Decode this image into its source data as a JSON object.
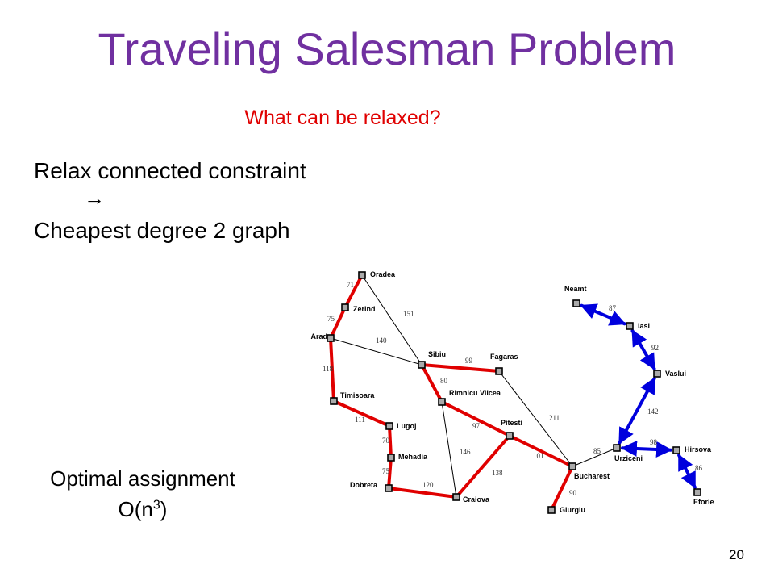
{
  "slide": {
    "title": "Traveling Salesman Problem",
    "question": "What can be relaxed?",
    "relax_line": "Relax connected constraint",
    "arrow": "→",
    "result_line": "Cheapest degree 2 graph",
    "assignment_line": "Optimal assignment",
    "complexity_base": "O(n",
    "complexity_exp": "3",
    "complexity_close": ")",
    "page_number": "20"
  },
  "colors": {
    "title": "#7030a0",
    "question": "#e00000",
    "red_edges": "#e00000",
    "blue_edges": "#0000dd",
    "plain_edges": "#000000",
    "node_fill": "#aaaaaa"
  },
  "graph": {
    "cities": [
      {
        "id": "oradea",
        "label": "Oradea"
      },
      {
        "id": "zerind",
        "label": "Zerind"
      },
      {
        "id": "arad",
        "label": "Arad"
      },
      {
        "id": "timisoara",
        "label": "Timisoara"
      },
      {
        "id": "lugoj",
        "label": "Lugoj"
      },
      {
        "id": "mehadia",
        "label": "Mehadia"
      },
      {
        "id": "dobreta",
        "label": "Dobreta"
      },
      {
        "id": "craiova",
        "label": "Craiova"
      },
      {
        "id": "sibiu",
        "label": "Sibiu"
      },
      {
        "id": "fagaras",
        "label": "Fagaras"
      },
      {
        "id": "rimnicu",
        "label": "Rimnicu Vilcea"
      },
      {
        "id": "pitesti",
        "label": "Pitesti"
      },
      {
        "id": "bucharest",
        "label": "Bucharest"
      },
      {
        "id": "giurgiu",
        "label": "Giurgiu"
      },
      {
        "id": "urziceni",
        "label": "Urziceni"
      },
      {
        "id": "neamt",
        "label": "Neamt"
      },
      {
        "id": "iasi",
        "label": "Iasi"
      },
      {
        "id": "vaslui",
        "label": "Vaslui"
      },
      {
        "id": "hirsova",
        "label": "Hirsova"
      },
      {
        "id": "eforie",
        "label": "Eforie"
      }
    ],
    "edges": [
      {
        "from": "oradea",
        "to": "zerind",
        "distance": "71",
        "style": "red"
      },
      {
        "from": "zerind",
        "to": "arad",
        "distance": "75",
        "style": "red"
      },
      {
        "from": "arad",
        "to": "timisoara",
        "distance": "118",
        "style": "red"
      },
      {
        "from": "timisoara",
        "to": "lugoj",
        "distance": "111",
        "style": "red"
      },
      {
        "from": "lugoj",
        "to": "mehadia",
        "distance": "70",
        "style": "red"
      },
      {
        "from": "mehadia",
        "to": "dobreta",
        "distance": "75",
        "style": "red"
      },
      {
        "from": "dobreta",
        "to": "craiova",
        "distance": "120",
        "style": "red"
      },
      {
        "from": "craiova",
        "to": "pitesti",
        "distance": "138",
        "style": "red"
      },
      {
        "from": "pitesti",
        "to": "rimnicu",
        "distance": "97",
        "style": "red"
      },
      {
        "from": "rimnicu",
        "to": "sibiu",
        "distance": "80",
        "style": "red"
      },
      {
        "from": "sibiu",
        "to": "fagaras",
        "distance": "99",
        "style": "red"
      },
      {
        "from": "pitesti",
        "to": "bucharest",
        "distance": "101",
        "style": "red"
      },
      {
        "from": "bucharest",
        "to": "giurgiu",
        "distance": "90",
        "style": "red"
      },
      {
        "from": "oradea",
        "to": "sibiu",
        "distance": "151",
        "style": "plain"
      },
      {
        "from": "arad",
        "to": "sibiu",
        "distance": "140",
        "style": "plain"
      },
      {
        "from": "rimnicu",
        "to": "craiova",
        "distance": "146",
        "style": "plain"
      },
      {
        "from": "fagaras",
        "to": "bucharest",
        "distance": "211",
        "style": "plain"
      },
      {
        "from": "bucharest",
        "to": "urziceni",
        "distance": "85",
        "style": "plain"
      },
      {
        "from": "neamt",
        "to": "iasi",
        "distance": "87",
        "style": "blue"
      },
      {
        "from": "iasi",
        "to": "vaslui",
        "distance": "92",
        "style": "blue"
      },
      {
        "from": "vaslui",
        "to": "urziceni",
        "distance": "142",
        "style": "blue"
      },
      {
        "from": "urziceni",
        "to": "hirsova",
        "distance": "98",
        "style": "blue"
      },
      {
        "from": "hirsova",
        "to": "eforie",
        "distance": "86",
        "style": "blue"
      }
    ]
  }
}
